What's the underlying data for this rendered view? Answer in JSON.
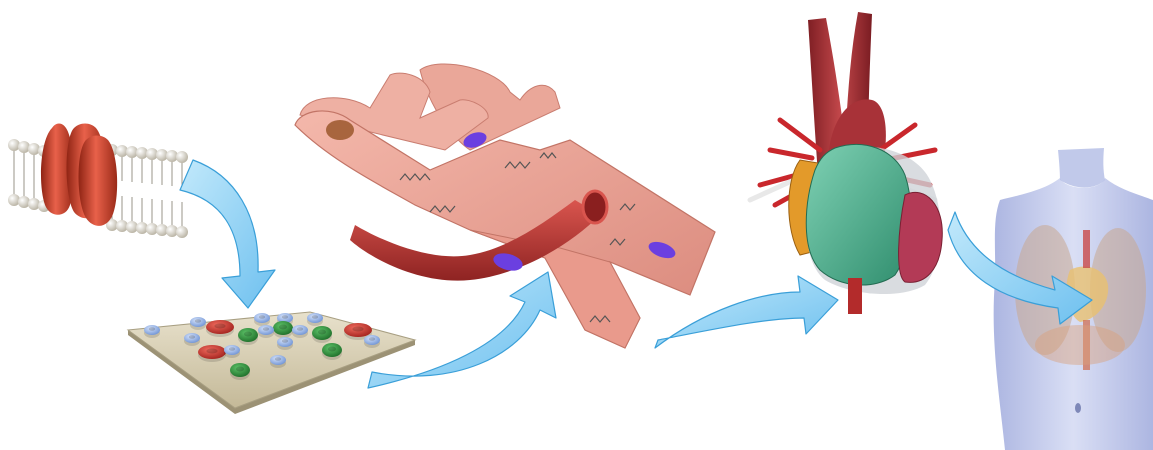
{
  "diagram": {
    "stages": [
      {
        "id": "ion-channel",
        "icon": "membrane-ion-channel-icon"
      },
      {
        "id": "membrane-patch",
        "icon": "membrane-patch-icon"
      },
      {
        "id": "cardiac-myocytes",
        "icon": "myocyte-tissue-icon"
      },
      {
        "id": "heart",
        "icon": "heart-organ-icon"
      },
      {
        "id": "torso",
        "icon": "torso-body-icon"
      }
    ],
    "colors": {
      "arrow_fill": "#8fd3f5",
      "arrow_stroke": "#3a9fd8",
      "channel_red": "#c9432b",
      "lipid_head": "#f2efe6",
      "patch_base": "#d9d0b8",
      "channel_blue": "#8fb2e8",
      "channel_green": "#2f8f3a",
      "myocyte_pink": "#e79c8f",
      "nucleus_purple": "#6b3fe0",
      "vessel_red": "#b3322f",
      "heart_green": "#4fb08f",
      "heart_orange": "#e39a2a",
      "torso_blue": "#b8c2ea"
    }
  }
}
